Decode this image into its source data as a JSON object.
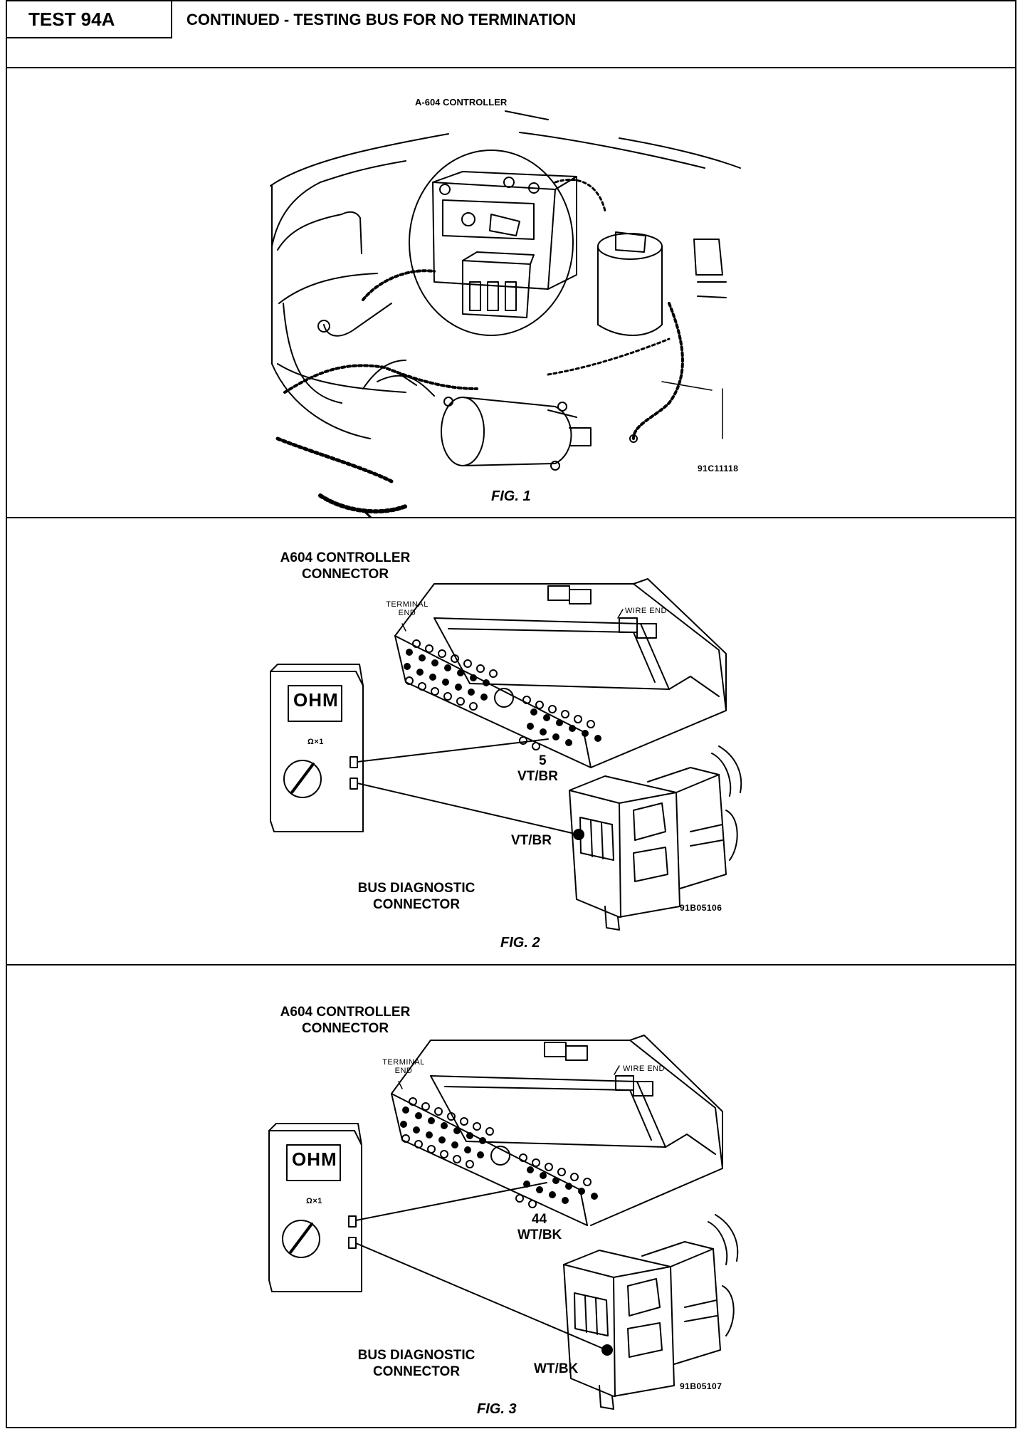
{
  "header": {
    "test_id": "TEST 94A",
    "title": "CONTINUED - TESTING BUS FOR NO TERMINATION"
  },
  "fig1": {
    "title": "A-604 CONTROLLER",
    "code": "91C11118",
    "caption": "FIG. 1"
  },
  "fig2": {
    "title_line1": "A604 CONTROLLER",
    "title_line2": "CONNECTOR",
    "terminal_line1": "TERMINAL",
    "terminal_line2": "END",
    "wire_end": "WIRE END",
    "meter_display": "OHM",
    "meter_range": "Ω×1",
    "pin_number": "5",
    "pin_wire": "VT/BR",
    "diag_wire": "VT/BR",
    "diag_line1": "BUS DIAGNOSTIC",
    "diag_line2": "CONNECTOR",
    "code": "91B05106",
    "caption": "FIG. 2"
  },
  "fig3": {
    "title_line1": "A604 CONTROLLER",
    "title_line2": "CONNECTOR",
    "terminal_line1": "TERMINAL",
    "terminal_line2": "END",
    "wire_end": "WIRE END",
    "meter_display": "OHM",
    "meter_range": "Ω×1",
    "pin_number": "44",
    "pin_wire": "WT/BK",
    "diag_wire": "WT/BK",
    "diag_line1": "BUS DIAGNOSTIC",
    "diag_line2": "CONNECTOR",
    "code": "91B05107",
    "caption": "FIG. 3"
  }
}
